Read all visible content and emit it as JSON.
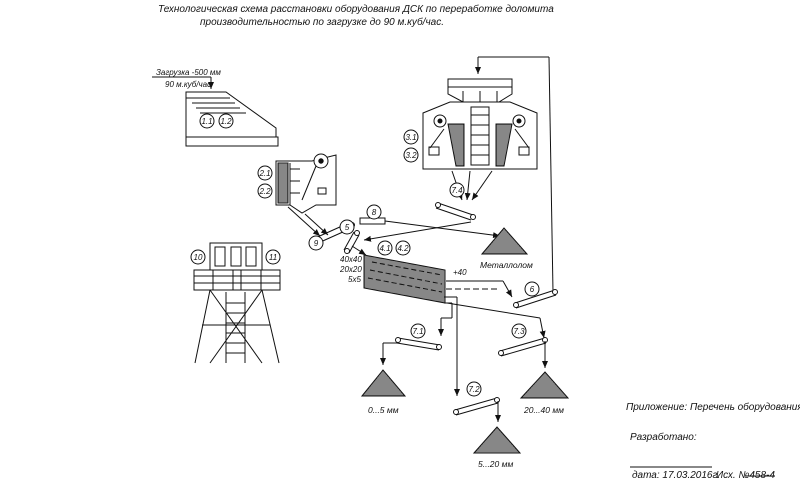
{
  "title": {
    "line1": "Технологическая схема расстановки оборудования ДСК по переработке доломита",
    "line2": "производительностью по загрузке до 90 м.куб/час."
  },
  "feed": {
    "line1": "Загрузка -500 мм",
    "line2": "90 м.куб/час"
  },
  "screen_sizes": {
    "s1": "40x40",
    "s2": "20x20",
    "s3": "5x5",
    "oversize": "+40"
  },
  "node_labels": {
    "n11": "1.1",
    "n12": "1.2",
    "n21": "2.1",
    "n22": "2.2",
    "n31": "3.1",
    "n32": "3.2",
    "n41": "4.1",
    "n42": "4.2",
    "n5": "5",
    "n6": "6",
    "n71": "7.1",
    "n72": "7.2",
    "n73": "7.3",
    "n74": "7.4",
    "n8": "8",
    "n9": "9",
    "n10": "10",
    "n11b": "11"
  },
  "piles": {
    "scrap": "Металлолом",
    "p1": "0...5 мм",
    "p2": "5...20 мм",
    "p3": "20...40 мм"
  },
  "footer": {
    "appendix": "Приложение: Перечень оборудования",
    "developed": "Разработано:",
    "date": "дата: 17.03.2016г.",
    "ref": "Исх. №458-4"
  }
}
